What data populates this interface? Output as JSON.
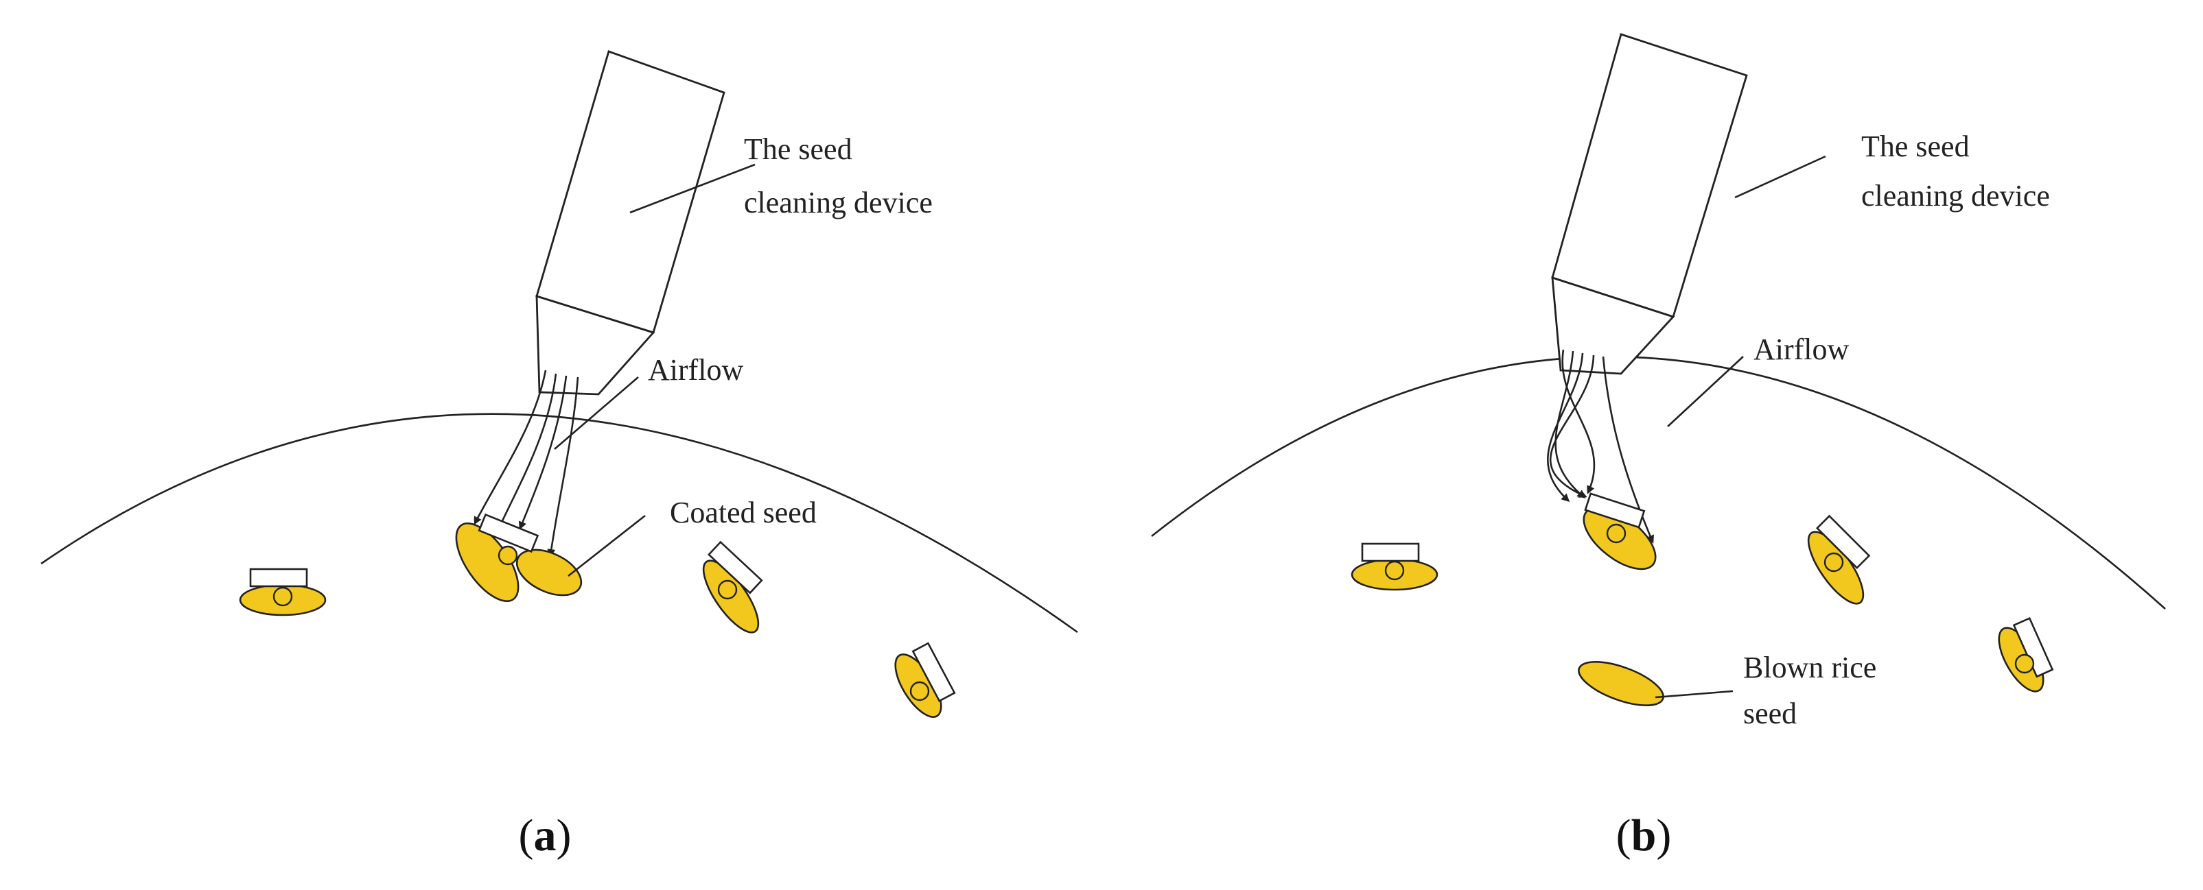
{
  "panels": [
    {
      "id": "a",
      "panel_letter": "a",
      "labels": {
        "device": [
          "The seed",
          "cleaning device"
        ],
        "airflow": "Airflow",
        "coated_seed": "Coated seed"
      }
    },
    {
      "id": "b",
      "panel_letter": "b",
      "labels": {
        "device": [
          "The seed",
          "cleaning device"
        ],
        "airflow": "Airflow",
        "blown_seed": [
          "Blown rice",
          "seed"
        ]
      }
    }
  ],
  "colors": {
    "seed_fill": "#f2c81e",
    "line": "#222222",
    "coating": "#ffffff"
  }
}
